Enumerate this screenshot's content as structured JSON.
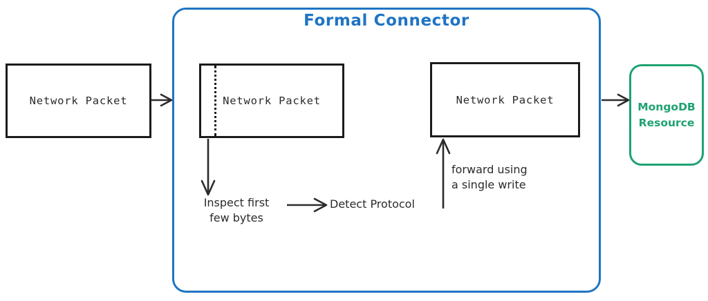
{
  "diagram": {
    "title": "Formal Connector",
    "colors": {
      "connector_blue": "#1f74c4",
      "resource_green": "#1fa272",
      "box_outline": "#1b1b1b",
      "text": "#2b2b2b",
      "background": "#ffffff"
    },
    "connector": {
      "label": "Formal Connector"
    },
    "boxes": [
      {
        "id": "packet-in",
        "label": "Network Packet"
      },
      {
        "id": "packet-inspected",
        "label": "Network Packet"
      },
      {
        "id": "packet-forward",
        "label": "Network Packet"
      }
    ],
    "resource": {
      "name_line_1": "MongoDB",
      "name_line_2": "Resource"
    },
    "notes": {
      "inspect_line_1": "Inspect first",
      "inspect_line_2": "few bytes",
      "detect": "Detect Protocol",
      "forward_line_1": "forward using",
      "forward_line_2": "a single write"
    },
    "arrows": [
      {
        "id": "arrow-ingress",
        "from": "packet-in",
        "to": "connector-boundary",
        "direction": "right"
      },
      {
        "id": "arrow-inspect-down",
        "from": "packet-inspected",
        "to": "inspect-note",
        "direction": "down"
      },
      {
        "id": "arrow-inspect-detect",
        "from": "inspect-note",
        "to": "detect-note",
        "direction": "right"
      },
      {
        "id": "arrow-forward-up",
        "from": "forward-note",
        "to": "packet-forward",
        "direction": "up"
      },
      {
        "id": "arrow-egress",
        "from": "connector-boundary",
        "to": "mongodb-resource",
        "direction": "right"
      }
    ]
  }
}
